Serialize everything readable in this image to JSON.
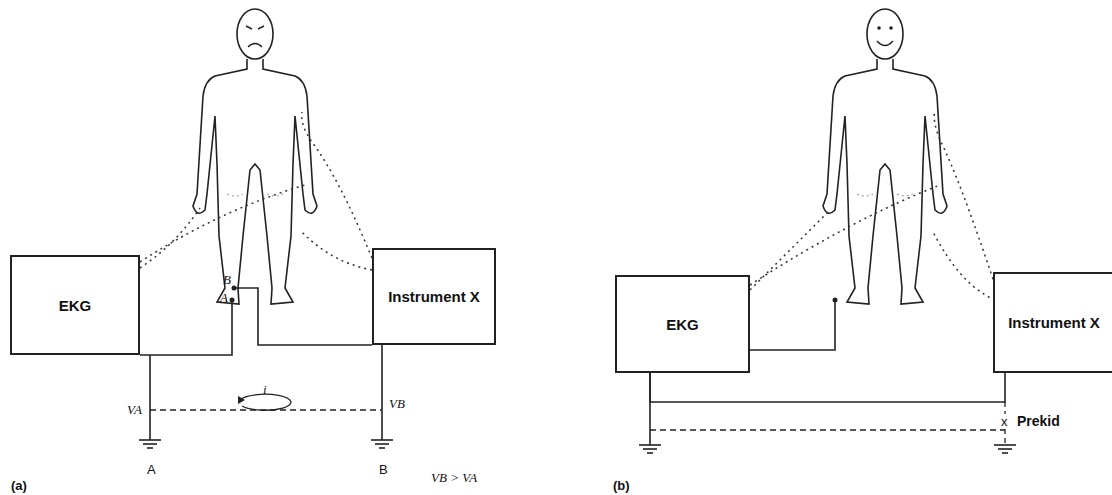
{
  "diagram": {
    "nodes": [
      {
        "text": [
          "EKG"
        ]
      },
      {
        "text": [
          "Instrument X"
        ]
      },
      {
        "text": [
          "EKG"
        ]
      },
      {
        "text": [
          "Instrument X"
        ]
      }
    ],
    "edges": [
      {
        "from": 2,
        "to": 3,
        "arrow": "none"
      }
    ],
    "labels": [
      "B",
      "A",
      "VA",
      "VB",
      "i",
      "A",
      "B",
      "VB > VA",
      "(a)",
      "(b)",
      "x",
      "Prekid"
    ]
  }
}
